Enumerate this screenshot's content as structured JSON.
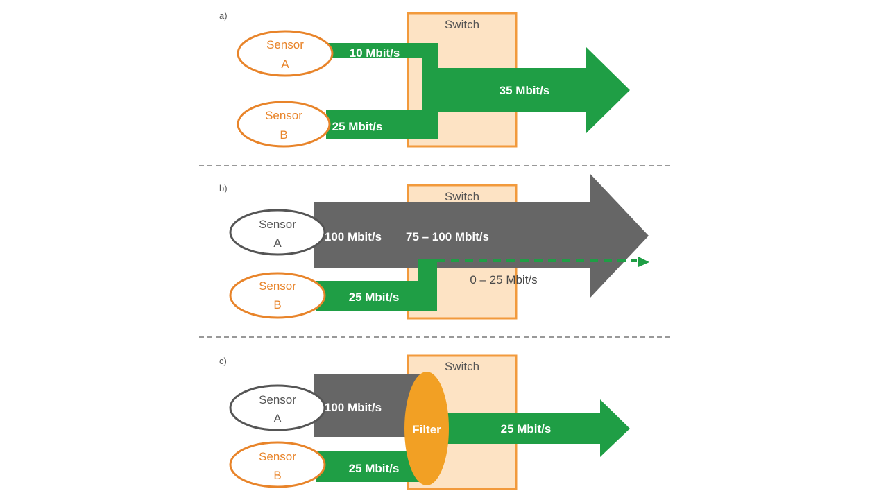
{
  "colors": {
    "green": "#1f9e45",
    "gray": "#666666",
    "orange": "#e8842a",
    "filter_fill": "#f2a024",
    "switch_fill": "#fde3c4",
    "switch_border": "#f29a3c"
  },
  "panels": {
    "a": {
      "label": "a)",
      "switch": "Switch",
      "sensor_a": [
        "Sensor",
        "A"
      ],
      "sensor_b": [
        "Sensor",
        "B"
      ],
      "rate_a": "10 Mbit/s",
      "rate_b": "25 Mbit/s",
      "rate_out": "35 Mbit/s"
    },
    "b": {
      "label": "b)",
      "switch": "Switch",
      "sensor_a": [
        "Sensor",
        "A"
      ],
      "sensor_b": [
        "Sensor",
        "B"
      ],
      "rate_a": "100 Mbit/s",
      "rate_out_a": "75 – 100 Mbit/s",
      "rate_b": "25 Mbit/s",
      "rate_out_b": "0 – 25 Mbit/s"
    },
    "c": {
      "label": "c)",
      "switch": "Switch",
      "sensor_a": [
        "Sensor",
        "A"
      ],
      "sensor_b": [
        "Sensor",
        "B"
      ],
      "rate_a": "100 Mbit/s",
      "rate_b": "25 Mbit/s",
      "filter": "Filter",
      "rate_out": "25 Mbit/s"
    }
  }
}
